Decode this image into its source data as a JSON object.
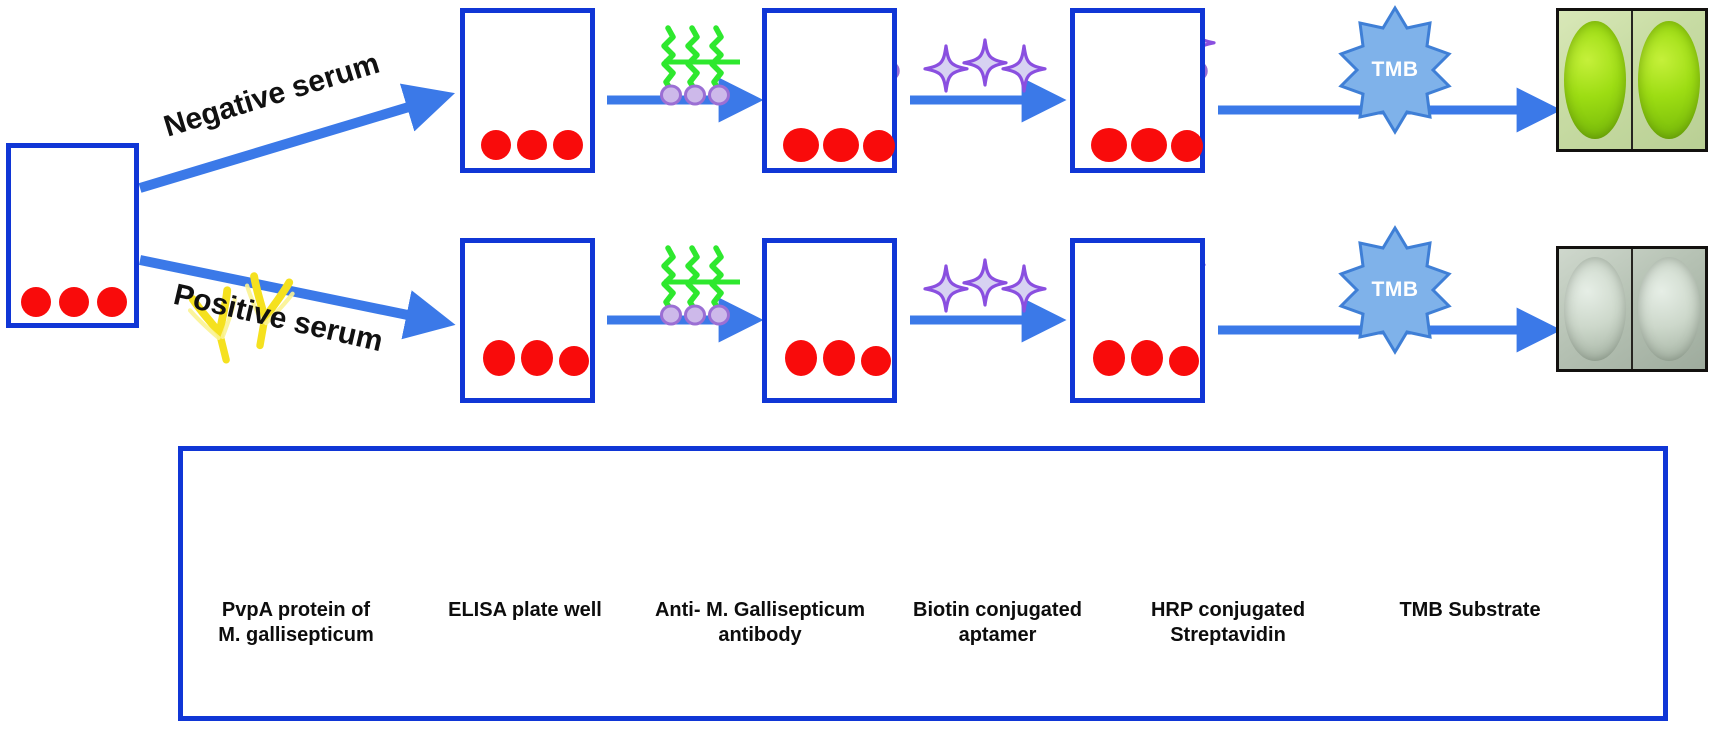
{
  "figure": {
    "title": "Aptamer-based ELISA competitive assay schematic",
    "colors": {
      "well_border": "#1036d6",
      "arrow_blue": "#3b79e8",
      "antigen_red": "#f90b0b",
      "aptamer_green": "#2ee82e",
      "biotin_purple": "#9b6fd4",
      "hrp_purple": "#8a4fe0",
      "antibody_yellow": "#f5e11f",
      "tmb_badge": "#7fb2ea",
      "tmb_badge_border": "#3f7fd6",
      "negative_well_color": "#9ddd13",
      "positive_well_color": "#c3cfc1"
    }
  },
  "pathways": {
    "negative": {
      "label": "Negative serum"
    },
    "positive": {
      "label": "Positive serum"
    }
  },
  "reagents": {
    "tmb_label": "TMB"
  },
  "legend": {
    "items": [
      {
        "icon": "red-circle-icon",
        "label": "PvpA protein of\nM. gallisepticum",
        "line1": "PvpA protein of",
        "line2": "M. gallisepticum"
      },
      {
        "icon": "elisa-well-icon",
        "label": "ELISA plate well",
        "line1": "ELISA plate well",
        "line2": ""
      },
      {
        "icon": "antibody-icon",
        "label": "Anti- M. Gallisepticum\nantibody",
        "line1": "Anti- M. Gallisepticum",
        "line2": "antibody"
      },
      {
        "icon": "aptamer-icon",
        "label": "Biotin conjugated\naptamer",
        "line1": "Biotin conjugated",
        "line2": "aptamer"
      },
      {
        "icon": "hrp-star-icon",
        "label": "HRP conjugated\nStreptavidin",
        "line1": "HRP conjugated",
        "line2": "Streptavidin"
      },
      {
        "icon": "tmb-badge-icon",
        "label": "TMB  Substrate",
        "line1": "TMB  Substrate",
        "line2": ""
      }
    ]
  }
}
